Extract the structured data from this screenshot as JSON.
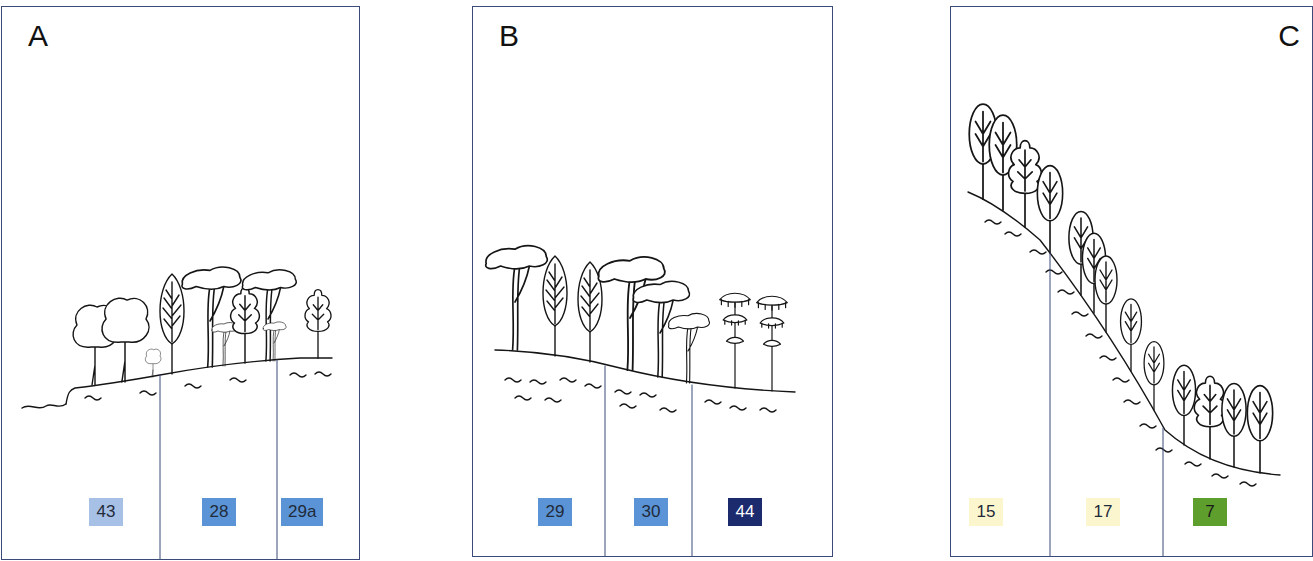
{
  "diagram": {
    "nodes": [
      {
        "text": [
          "A"
        ]
      },
      {
        "text": [
          "43"
        ],
        "in": 0
      },
      {
        "text": [
          "28"
        ],
        "in": 0
      },
      {
        "text": [
          "29a"
        ],
        "in": 0
      },
      {
        "text": [
          "B"
        ]
      },
      {
        "text": [
          "29"
        ],
        "in": 4
      },
      {
        "text": [
          "30"
        ],
        "in": 4
      },
      {
        "text": [
          "44"
        ],
        "in": 4
      },
      {
        "text": [
          "C"
        ]
      },
      {
        "text": [
          "15"
        ],
        "in": 8
      },
      {
        "text": [
          "17"
        ],
        "in": 8
      },
      {
        "text": [
          "7"
        ],
        "in": 8
      }
    ]
  }
}
